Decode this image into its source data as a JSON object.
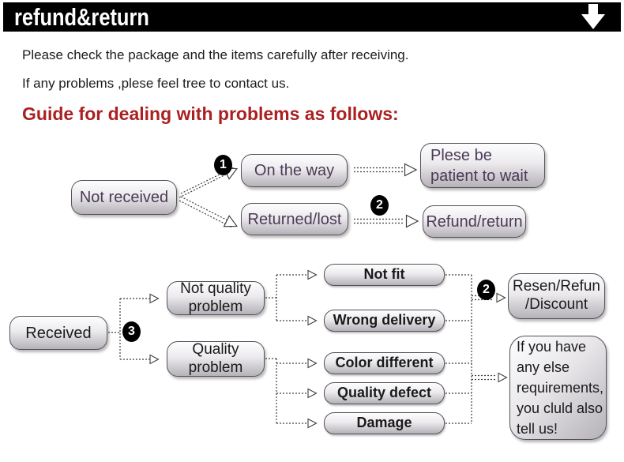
{
  "colors": {
    "banner_bg": "#000000",
    "banner_text": "#ffffff",
    "heading_red": "#ab2020",
    "body_text": "#1c1c1c",
    "node_text_purple": "#4b3a56",
    "node_text_black": "#1a1a1a",
    "node_border": "#56525a",
    "node_fill_bottom": "#b5b1b8"
  },
  "banner": {
    "title": "refund&return",
    "arrow_icon": "down-arrow"
  },
  "intro": {
    "line1": "Please check the package and the items carefully after receiving.",
    "line2": "If any problems ,plese feel tree to contact us.",
    "heading": "Guide for dealing with problems as follows:"
  },
  "flow_not_received": {
    "badge1": "1",
    "badge2": "2",
    "nodes": {
      "not_received": "Not received",
      "on_the_way": "On the way",
      "patient_wait": "Plese be\npatient to wait",
      "returned_lost": "Returned/lost",
      "refund_return": "Refund/return"
    }
  },
  "flow_received": {
    "badge3": "3",
    "badge2": "2",
    "nodes": {
      "received": "Received",
      "not_quality_problem": "Not quality\nproblem",
      "quality_problem": "Quality\nproblem",
      "not_fit": "Not fit",
      "wrong_delivery": "Wrong delivery",
      "color_different": "Color different",
      "quality_defect": "Quality defect",
      "damage": "Damage",
      "resend_refund_discount": "Resen/Refun\n/Discount",
      "other_requirements": "If you have\nany else\nrequirements,\nyou cluld also\ntell us!"
    }
  }
}
